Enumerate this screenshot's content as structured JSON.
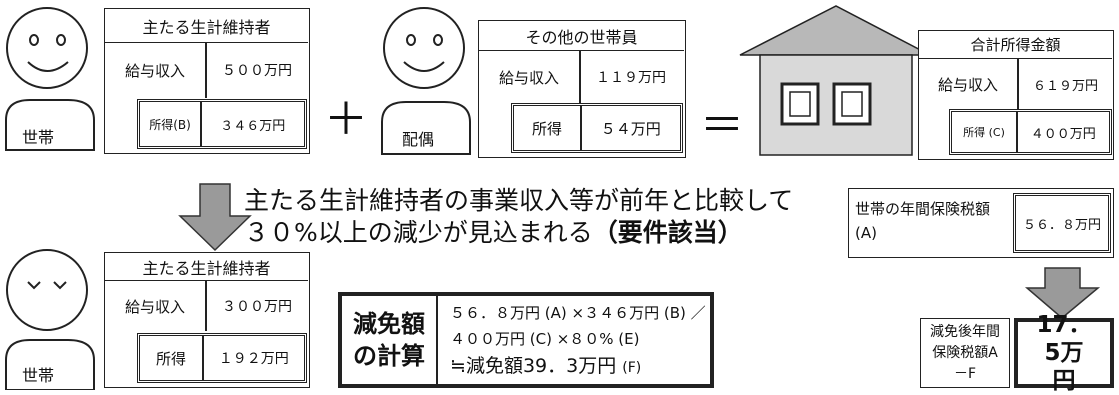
{
  "top": {
    "household": {
      "label": "世帯",
      "box_title": "主たる生計維持者",
      "salary_label": "給与収入",
      "salary_value": "５００万円",
      "income_label": "所得(B)",
      "income_value": "３４６万円"
    },
    "plus": "＋",
    "spouse": {
      "label": "配偶",
      "box_title": "その他の世帯員",
      "salary_label": "給与収入",
      "salary_value": "１１９万円",
      "income_label": "所得",
      "income_value": "５４万円"
    },
    "equals": "＝",
    "total": {
      "box_title": "合計所得金額",
      "salary_label": "給与収入",
      "salary_value": "６１９万円",
      "income_label": "所得 (C)",
      "income_value": "４００万円"
    }
  },
  "middle": {
    "condition_line1": "主たる生計維持者の事業収入等が前年と比較して",
    "condition_line2": "３０%以上の減少が見込まれる",
    "condition_suffix": "（要件該当）",
    "annual_premium_label": "世帯の年間保険税額 (A)",
    "annual_premium_value": "５６．８万円"
  },
  "bottom": {
    "household": {
      "label": "世帯",
      "box_title": "主たる生計維持者",
      "salary_label": "給与収入",
      "salary_value": "３００万円",
      "income_label": "所得",
      "income_value": "１９２万円"
    },
    "calc": {
      "title": "減免額の計算",
      "line1": "５６．８万円 (A) ×３４６万円 (B) ／",
      "line2": "４００万円 (C) ×８０% (E)",
      "line3_main": "≒減免額39．3万円",
      "line3_tag": "(F)"
    },
    "after_label": "減免後年間保険税額A－F",
    "after_value": "17．5万円"
  }
}
